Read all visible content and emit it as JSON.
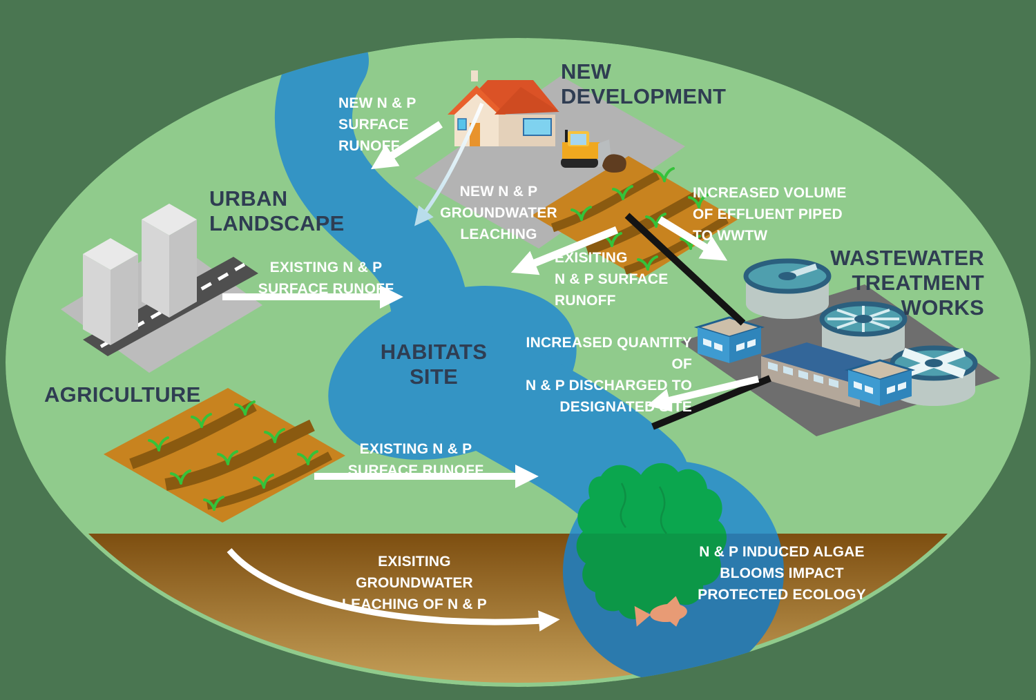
{
  "diagram": {
    "region_labels": {
      "new_development": "NEW\nDEVELOPMENT",
      "urban_landscape": "URBAN\nLANDSCAPE",
      "wastewater_treatment_works": "WASTEWATER\nTREATMENT\nWORKS",
      "habitats_site": "HABITATS\nSITE",
      "agriculture": "AGRICULTURE"
    },
    "flow_labels": {
      "new_np_surface_runoff": "NEW N & P\nSURFACE\nRUNOFF",
      "new_np_groundwater_leaching": "NEW N & P\nGROUNDWATER\nLEACHING",
      "urban_existing_np_surface_runoff": "EXISTING N & P\nSURFACE RUNOFF",
      "dev_exisiting_np_surface_runoff": "EXISITING\nN & P SURFACE\nRUNOFF",
      "increased_volume_effluent": "INCREASED VOLUME\nOF EFFLUENT PIPED\nTO WWTW",
      "increased_quantity_discharged": "INCREASED QUANTITY OF\nN & P DISCHARGED TO\nDESIGNATED SITE",
      "agriculture_existing_np_surface_runoff": "EXISTING N & P\nSURFACE RUNOFF",
      "exisiting_groundwater_leaching": "EXISITING\nGROUNDWATER\nLEACHING OF N & P",
      "algae_blooms_impact": "N & P INDUCED ALGAE\nBLOOMS IMPACT\nPROTECTED ECOLOGY"
    },
    "colors": {
      "background_outer": "#4a7651",
      "land_green": "#90cb8c",
      "river_blue": "#3494c4",
      "river_deep_blue": "#2b7aad",
      "algae_green": "#0ba64e",
      "soil_brown_top": "#7d4e10",
      "soil_brown_bottom": "#c7a25b",
      "title_navy": "#2f3d52",
      "flow_text_white": "#ffffff",
      "pipe_black": "#141414"
    },
    "icons": [
      "house-icon",
      "bulldozer-icon",
      "tilled-field-icon",
      "city-buildings-icon",
      "road-icon",
      "crop-field-icon",
      "wwtw-tanks-icon",
      "wwtw-buildings-icon",
      "algae-bloom-icon",
      "fish-icon",
      "river-shape",
      "arrow-icon",
      "pipe-icon"
    ]
  }
}
